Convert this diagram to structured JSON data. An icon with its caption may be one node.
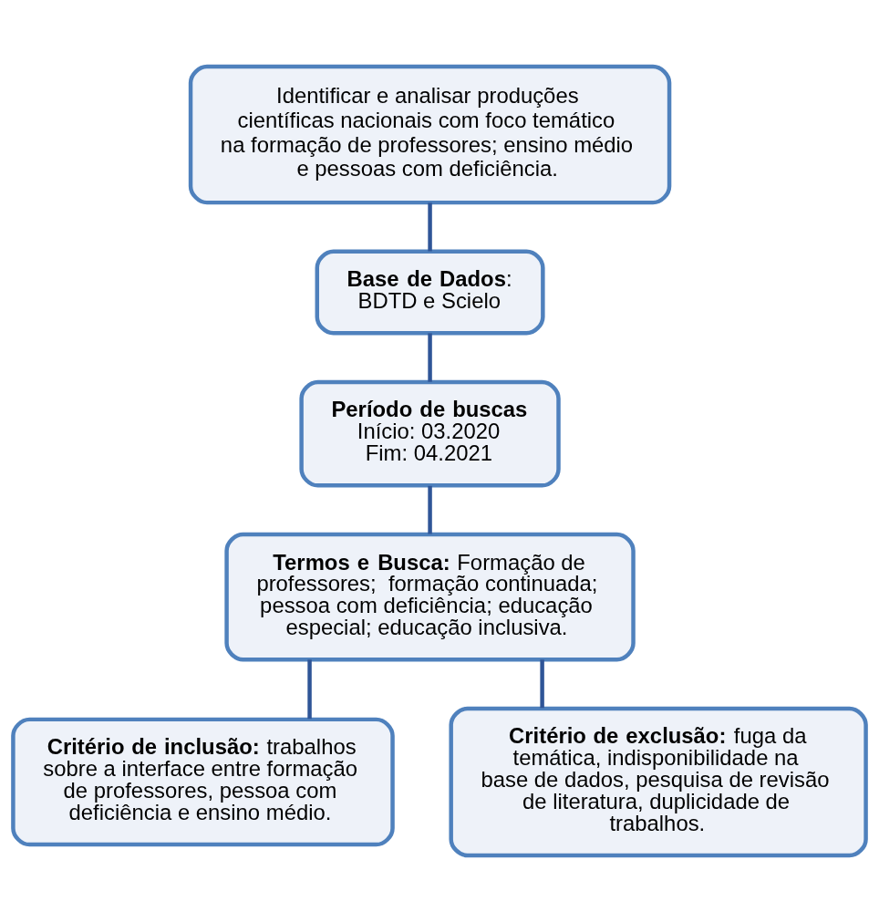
{
  "diagram": {
    "nodes": [
      {
        "text": [
          "Identificar e analisar produções científicas nacionais com foco temático na formação de professores; ensino médio e pessoas com deficiência."
        ]
      },
      {
        "text": [
          "**Base de Dados**: BDTD e Scielo"
        ]
      },
      {
        "text": [
          "**Período de buscas** Início: 03.2020 Fim: 04.2021"
        ]
      },
      {
        "text": [
          "**Termos e Busca:** Formação de professores;  formação continuada; pessoa com deficiência; educação especial; educação inclusiva."
        ]
      },
      {
        "text": [
          "**Critério de inclusão:** trabalhos sobre a interface entre formação de professores, pessoa com deficiência e ensino médio."
        ]
      },
      {
        "text": [
          "**Critério de exclusão:** fuga da temática, indisponibilidade na base de dados, pesquisa de revisão de literatura, duplicidade de trabalhos."
        ]
      }
    ],
    "edges": [
      {
        "from": 0,
        "to": 1,
        "arrow": "none"
      },
      {
        "from": 1,
        "to": 2,
        "arrow": "none"
      },
      {
        "from": 2,
        "to": 3,
        "arrow": "none"
      },
      {
        "from": 3,
        "to": 4,
        "arrow": "none"
      },
      {
        "from": 3,
        "to": 5,
        "arrow": "none"
      }
    ]
  }
}
